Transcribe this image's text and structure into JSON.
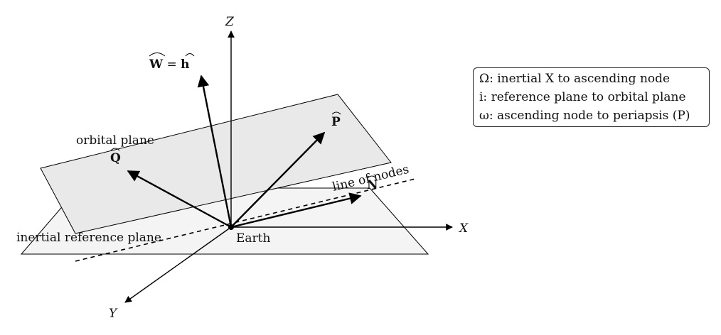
{
  "axes": {
    "z_label": "Z",
    "x_label": "X",
    "y_label": "Y"
  },
  "vectors": {
    "w_label": "W = h",
    "w_main": "W",
    "w_eq": " = ",
    "w_h": "h",
    "p_label": "P",
    "q_label": "Q",
    "n_label": "N"
  },
  "planes": {
    "orbital": "orbital plane",
    "inertial": "inertial reference plane"
  },
  "line_of_nodes": "line of nodes",
  "origin_label": "Earth",
  "legend": {
    "line1": "Ω: inertial X to ascending node",
    "line2": "i: reference plane to orbital plane",
    "line3": "ω: ascending node to periapsis (P)"
  },
  "colors": {
    "inertial_plane_fill": "#f4f4f4",
    "orbital_plane_fill": "#e9e9e9",
    "stroke": "#000000"
  }
}
